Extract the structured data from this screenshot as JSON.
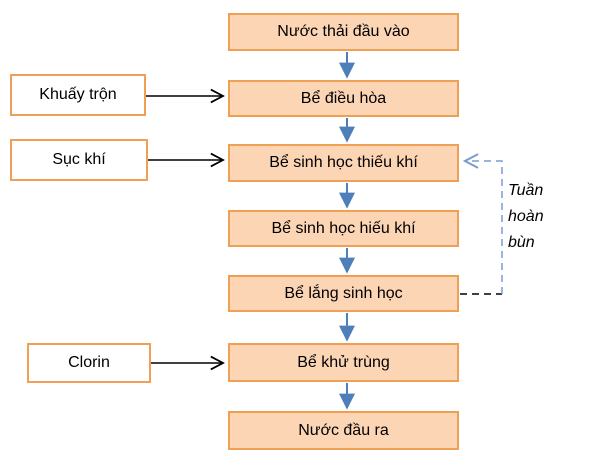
{
  "diagram": {
    "process_boxes": [
      {
        "label": "Nước thải đầu vào"
      },
      {
        "label": "Bể điều hòa"
      },
      {
        "label": "Bể sinh học thiếu khí"
      },
      {
        "label": "Bể sinh học hiếu khí"
      },
      {
        "label": "Bể lắng sinh học"
      },
      {
        "label": "Bể khử trùng"
      },
      {
        "label": "Nước đầu ra"
      }
    ],
    "input_boxes": [
      {
        "label": "Khuấy trộn",
        "target": "Bể điều hòa"
      },
      {
        "label": "Sục khí",
        "target": "Bể sinh học thiếu khí"
      },
      {
        "label": "Clorin",
        "target": "Bể khử trùng"
      }
    ],
    "recycle_annotation": {
      "label": "Tuần hoàn bùn",
      "from": "Bể lắng sinh học",
      "to": "Bể sinh học thiếu khí"
    },
    "colors": {
      "box_fill": "#FCD5B4",
      "box_border": "#F0A054",
      "flow_arrow": "#4E7FBA",
      "recycle_arrow": "#7A9BD0",
      "input_arrow": "#000000",
      "dashed_connector": "#000000",
      "text": "#000000",
      "background": "#FFFFFF"
    }
  }
}
